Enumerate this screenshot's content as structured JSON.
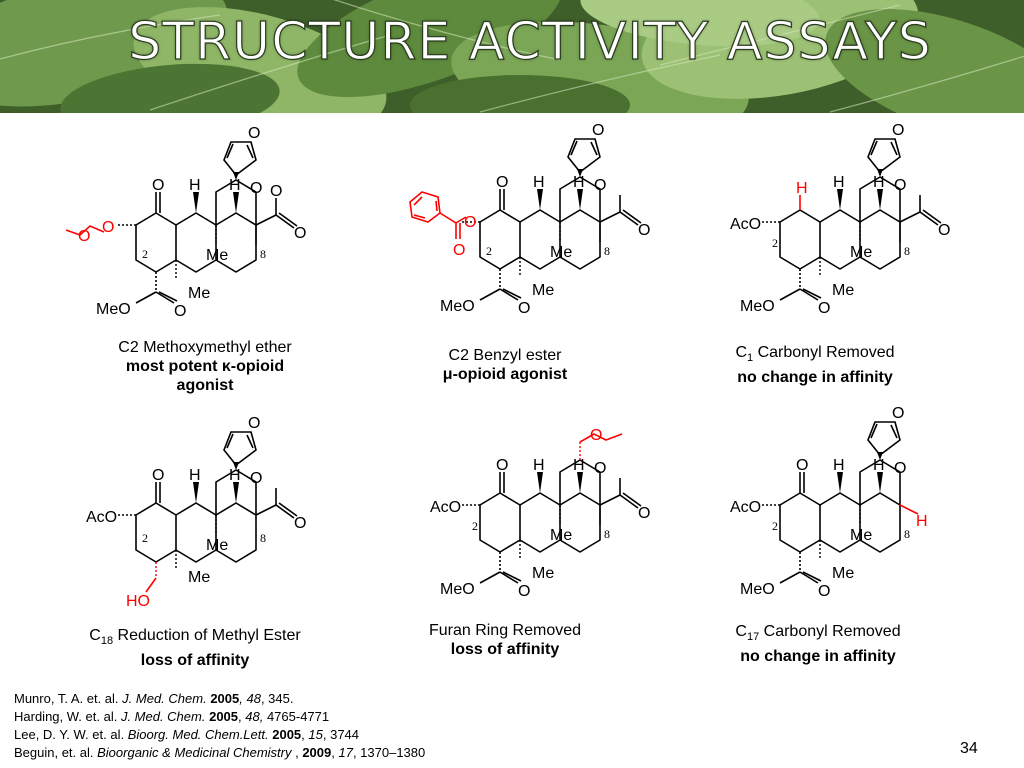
{
  "slide": {
    "title": "STRUCTURE ACTIVITY ASSAYS",
    "page_number": "34"
  },
  "colors": {
    "title_text": "#ffffff",
    "highlight": "#ff0000",
    "leaf_green": "#6f9a4d"
  },
  "structure_labels": {
    "O": "O",
    "H": "H",
    "Me": "Me",
    "MeO": "MeO",
    "AcO": "AcO",
    "HO": "HO",
    "pos2": "2",
    "pos8": "8"
  },
  "compounds": [
    {
      "caption_line1": "C2 Methoxymethyl ether",
      "caption_line2": "most potent κ-opioid",
      "caption_line3": "agonist"
    },
    {
      "caption_line1": "C2 Benzyl ester",
      "caption_line2": "μ-opioid agonist"
    },
    {
      "caption_prefix": "C",
      "caption_sub": "1",
      "caption_rest": " Carbonyl Removed",
      "caption_line2": "no change in affinity"
    },
    {
      "caption_prefix": "C",
      "caption_sub": "18",
      "caption_rest": " Reduction of Methyl Ester",
      "caption_line2": "loss of affinity"
    },
    {
      "caption_line1": "Furan Ring Removed",
      "caption_line2": "loss of affinity"
    },
    {
      "caption_prefix": "C",
      "caption_sub": "17",
      "caption_rest": " Carbonyl Removed",
      "caption_line2": "no change in affinity"
    }
  ],
  "references": [
    {
      "authors": "Munro, T. A. et. al. ",
      "journal": "J. Med. Chem.",
      "year": "2005",
      "volume": "48",
      "pages": ", 345."
    },
    {
      "authors": "Harding, W. et. al. ",
      "journal": "J. Med. Chem.",
      "year": "2005",
      "volume": "48,",
      "pages": " 4765-4771"
    },
    {
      "authors": "Lee, D. Y. W. et. al. ",
      "journal": "Bioorg. Med. Chem.Lett.",
      "year": "2005",
      "volume": "15",
      "pages": ", 3744"
    },
    {
      "authors": "Beguin, et. al. ",
      "journal": "Bioorganic & Medicinal Chemistry",
      "year": "2009",
      "volume": "17",
      "pages": ", 1370–1380"
    }
  ]
}
